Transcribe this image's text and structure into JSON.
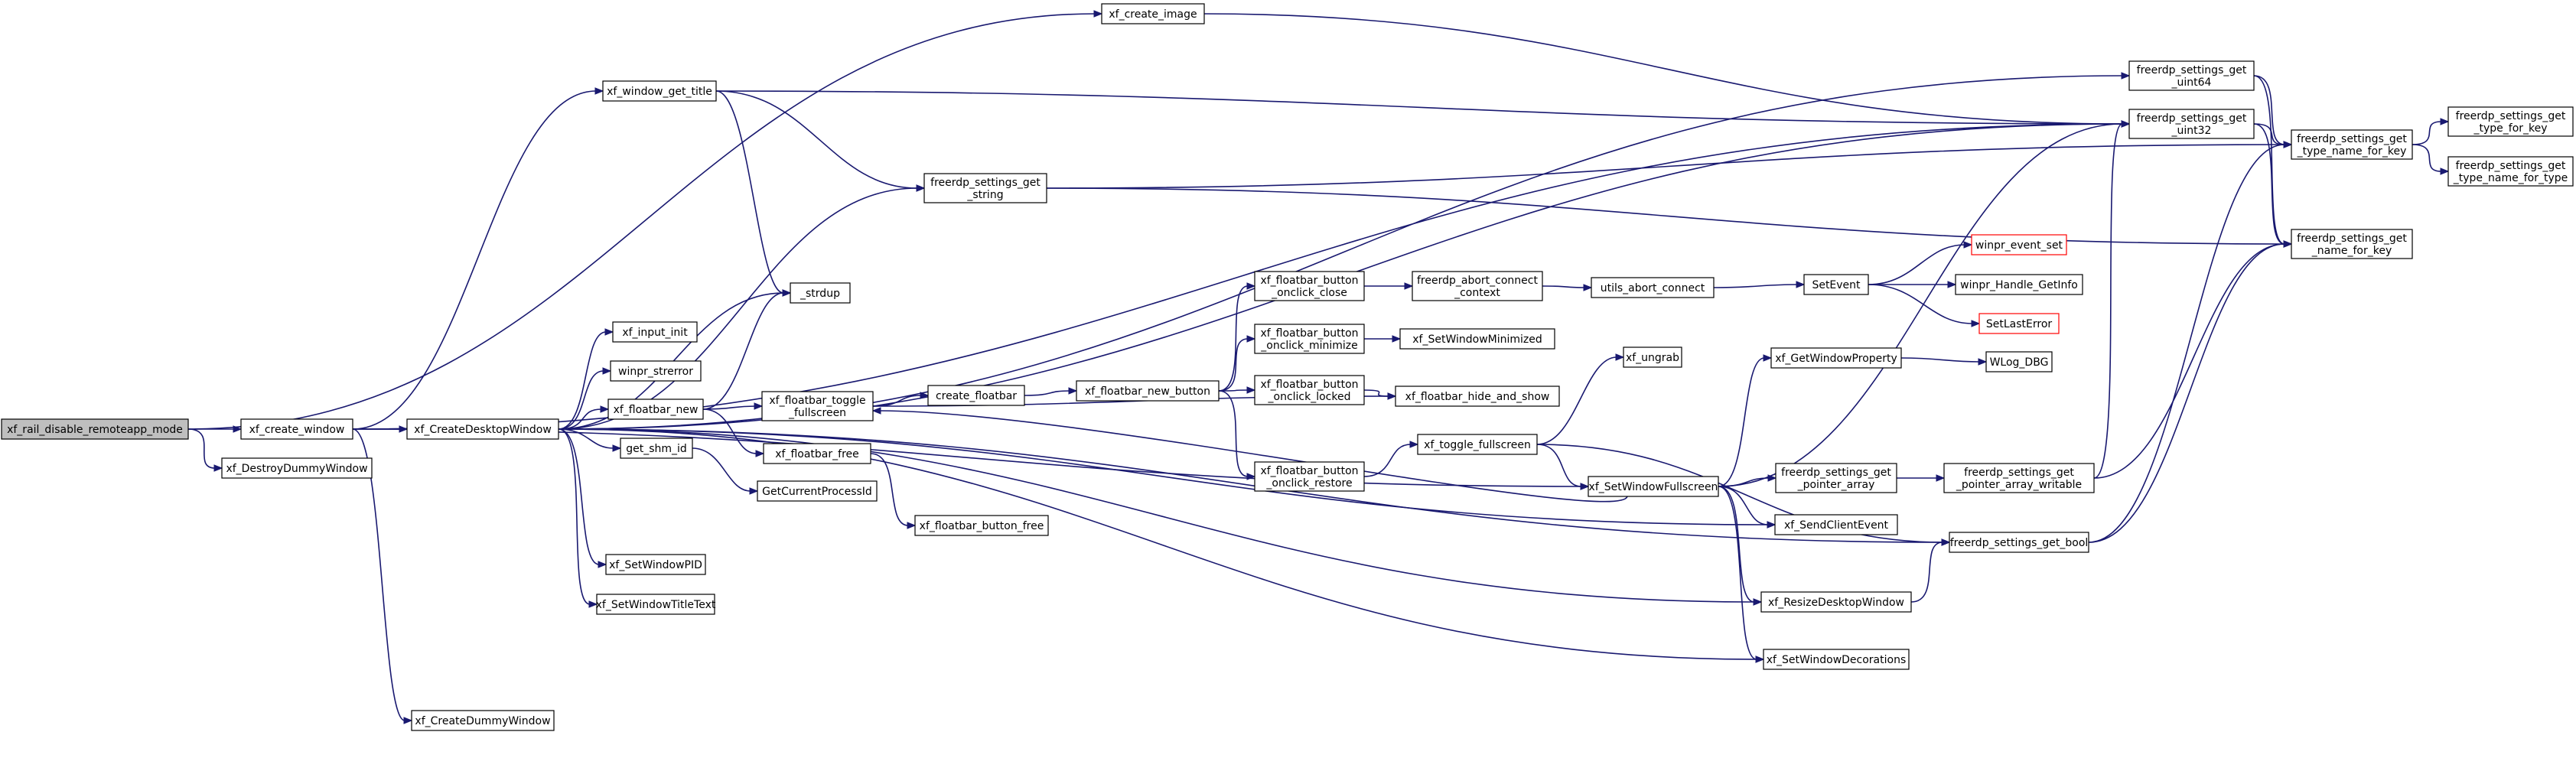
{
  "graph": {
    "title": "",
    "nodes": [
      {
        "id": "n_root",
        "lines": [
          "xf_rail_disable_remoteapp_mode"
        ],
        "root": true,
        "link": false
      },
      {
        "id": "n_xf_create_image",
        "lines": [
          "xf_create_image"
        ]
      },
      {
        "id": "n_xf_create_window",
        "lines": [
          "xf_create_window"
        ]
      },
      {
        "id": "n_xf_DestroyDummyWindow",
        "lines": [
          "xf_DestroyDummyWindow"
        ]
      },
      {
        "id": "n_xf_window_get_title",
        "lines": [
          "xf_window_get_title"
        ]
      },
      {
        "id": "n_xf_CreateDesktopWindow",
        "lines": [
          "xf_CreateDesktopWindow"
        ]
      },
      {
        "id": "n_xf_CreateDummyWindow",
        "lines": [
          "xf_CreateDummyWindow"
        ]
      },
      {
        "id": "n_fs_get_uint64",
        "lines": [
          "freerdp_settings_get",
          "_uint64"
        ]
      },
      {
        "id": "n_fs_get_uint32",
        "lines": [
          "freerdp_settings_get",
          "_uint32"
        ]
      },
      {
        "id": "n_fs_get_string",
        "lines": [
          "freerdp_settings_get",
          "_string"
        ]
      },
      {
        "id": "n_strdup",
        "lines": [
          "_strdup"
        ]
      },
      {
        "id": "n_xf_input_init",
        "lines": [
          "xf_input_init"
        ]
      },
      {
        "id": "n_winpr_strerror",
        "lines": [
          "winpr_strerror"
        ]
      },
      {
        "id": "n_xf_floatbar_new",
        "lines": [
          "xf_floatbar_new"
        ]
      },
      {
        "id": "n_get_shm_id",
        "lines": [
          "get_shm_id"
        ]
      },
      {
        "id": "n_xf_SetWindowPID",
        "lines": [
          "xf_SetWindowPID"
        ]
      },
      {
        "id": "n_xf_SetWindowTitleText",
        "lines": [
          "xf_SetWindowTitleText"
        ]
      },
      {
        "id": "n_fs_type_name_for_key",
        "lines": [
          "freerdp_settings_get",
          "_type_name_for_key"
        ]
      },
      {
        "id": "n_fs_name_for_key",
        "lines": [
          "freerdp_settings_get",
          "_name_for_key"
        ]
      },
      {
        "id": "n_fs_type_for_key",
        "lines": [
          "freerdp_settings_get",
          "_type_for_key"
        ]
      },
      {
        "id": "n_fs_type_name_for_type",
        "lines": [
          "freerdp_settings_get",
          "_type_name_for_type"
        ]
      },
      {
        "id": "n_xf_floatbar_toggle_fullscreen",
        "lines": [
          "xf_floatbar_toggle",
          "_fullscreen"
        ]
      },
      {
        "id": "n_xf_floatbar_free",
        "lines": [
          "xf_floatbar_free"
        ]
      },
      {
        "id": "n_GetCurrentProcessId",
        "lines": [
          "GetCurrentProcessId"
        ]
      },
      {
        "id": "n_create_floatbar",
        "lines": [
          "create_floatbar"
        ]
      },
      {
        "id": "n_xf_floatbar_new_button",
        "lines": [
          "xf_floatbar_new_button"
        ]
      },
      {
        "id": "n_xf_floatbar_button_free",
        "lines": [
          "xf_floatbar_button_free"
        ]
      },
      {
        "id": "n_btn_onclick_close",
        "lines": [
          "xf_floatbar_button",
          "_onclick_close"
        ]
      },
      {
        "id": "n_btn_onclick_minimize",
        "lines": [
          "xf_floatbar_button",
          "_onclick_minimize"
        ]
      },
      {
        "id": "n_btn_onclick_locked",
        "lines": [
          "xf_floatbar_button",
          "_onclick_locked"
        ]
      },
      {
        "id": "n_btn_onclick_restore",
        "lines": [
          "xf_floatbar_button",
          "_onclick_restore"
        ]
      },
      {
        "id": "n_freerdp_abort_connect_context",
        "lines": [
          "freerdp_abort_connect",
          "_context"
        ]
      },
      {
        "id": "n_xf_SetWindowMinimized",
        "lines": [
          "xf_SetWindowMinimized"
        ]
      },
      {
        "id": "n_xf_floatbar_hide_and_show",
        "lines": [
          "xf_floatbar_hide_and_show"
        ]
      },
      {
        "id": "n_xf_toggle_fullscreen",
        "lines": [
          "xf_toggle_fullscreen"
        ]
      },
      {
        "id": "n_utils_abort_connect",
        "lines": [
          "utils_abort_connect"
        ]
      },
      {
        "id": "n_xf_ungrab",
        "lines": [
          "xf_ungrab"
        ]
      },
      {
        "id": "n_xf_SetWindowFullscreen",
        "lines": [
          "xf_SetWindowFullscreen"
        ]
      },
      {
        "id": "n_SetEvent",
        "lines": [
          "SetEvent"
        ]
      },
      {
        "id": "n_xf_GetWindowProperty",
        "lines": [
          "xf_GetWindowProperty"
        ]
      },
      {
        "id": "n_fs_get_pointer_array",
        "lines": [
          "freerdp_settings_get",
          "_pointer_array"
        ]
      },
      {
        "id": "n_xf_SendClientEvent",
        "lines": [
          "xf_SendClientEvent"
        ]
      },
      {
        "id": "n_xf_ResizeDesktopWindow",
        "lines": [
          "xf_ResizeDesktopWindow"
        ]
      },
      {
        "id": "n_xf_SetWindowDecorations",
        "lines": [
          "xf_SetWindowDecorations"
        ]
      },
      {
        "id": "n_winpr_event_set",
        "lines": [
          "winpr_event_set"
        ],
        "red": true
      },
      {
        "id": "n_winpr_Handle_GetInfo",
        "lines": [
          "winpr_Handle_GetInfo"
        ]
      },
      {
        "id": "n_SetLastError",
        "lines": [
          "SetLastError"
        ],
        "red": true
      },
      {
        "id": "n_WLog_DBG",
        "lines": [
          "WLog_DBG"
        ]
      },
      {
        "id": "n_fs_get_pointer_array_writable",
        "lines": [
          "freerdp_settings_get",
          "_pointer_array_writable"
        ]
      },
      {
        "id": "n_fs_get_bool",
        "lines": [
          "freerdp_settings_get_bool"
        ]
      }
    ],
    "edges": [
      [
        "n_root",
        "n_xf_create_image"
      ],
      [
        "n_root",
        "n_xf_create_window"
      ],
      [
        "n_root",
        "n_xf_DestroyDummyWindow"
      ],
      [
        "n_xf_create_image",
        "n_fs_get_uint32"
      ],
      [
        "n_xf_create_window",
        "n_xf_window_get_title"
      ],
      [
        "n_xf_create_window",
        "n_xf_CreateDesktopWindow"
      ],
      [
        "n_xf_create_window",
        "n_xf_CreateDummyWindow"
      ],
      [
        "n_xf_create_window",
        "n_fs_get_uint32"
      ],
      [
        "n_xf_create_window",
        "n_xf_SetWindowFullscreen"
      ],
      [
        "n_xf_window_get_title",
        "n_fs_get_uint32"
      ],
      [
        "n_xf_window_get_title",
        "n_fs_get_string"
      ],
      [
        "n_xf_window_get_title",
        "n_strdup"
      ],
      [
        "n_xf_CreateDesktopWindow",
        "n_fs_get_uint64"
      ],
      [
        "n_xf_CreateDesktopWindow",
        "n_fs_get_uint32"
      ],
      [
        "n_xf_CreateDesktopWindow",
        "n_fs_get_string"
      ],
      [
        "n_xf_CreateDesktopWindow",
        "n_strdup"
      ],
      [
        "n_xf_CreateDesktopWindow",
        "n_xf_input_init"
      ],
      [
        "n_xf_CreateDesktopWindow",
        "n_winpr_strerror"
      ],
      [
        "n_xf_CreateDesktopWindow",
        "n_xf_floatbar_new"
      ],
      [
        "n_xf_CreateDesktopWindow",
        "n_get_shm_id"
      ],
      [
        "n_xf_CreateDesktopWindow",
        "n_xf_SetWindowPID"
      ],
      [
        "n_xf_CreateDesktopWindow",
        "n_xf_SetWindowTitleText"
      ],
      [
        "n_xf_CreateDesktopWindow",
        "n_fs_get_bool"
      ],
      [
        "n_xf_CreateDesktopWindow",
        "n_xf_SendClientEvent"
      ],
      [
        "n_xf_CreateDesktopWindow",
        "n_xf_ResizeDesktopWindow"
      ],
      [
        "n_xf_CreateDesktopWindow",
        "n_xf_SetWindowDecorations"
      ],
      [
        "n_fs_get_uint64",
        "n_fs_type_name_for_key"
      ],
      [
        "n_fs_get_uint64",
        "n_fs_name_for_key"
      ],
      [
        "n_fs_get_uint32",
        "n_fs_type_name_for_key"
      ],
      [
        "n_fs_get_uint32",
        "n_fs_name_for_key"
      ],
      [
        "n_fs_get_string",
        "n_fs_type_name_for_key"
      ],
      [
        "n_fs_get_string",
        "n_fs_name_for_key"
      ],
      [
        "n_fs_type_name_for_key",
        "n_fs_type_for_key"
      ],
      [
        "n_fs_type_name_for_key",
        "n_fs_type_name_for_type"
      ],
      [
        "n_xf_floatbar_new",
        "n_strdup"
      ],
      [
        "n_xf_floatbar_new",
        "n_xf_floatbar_toggle_fullscreen"
      ],
      [
        "n_xf_floatbar_new",
        "n_xf_floatbar_free"
      ],
      [
        "n_get_shm_id",
        "n_GetCurrentProcessId"
      ],
      [
        "n_xf_floatbar_toggle_fullscreen",
        "n_create_floatbar"
      ],
      [
        "n_xf_floatbar_toggle_fullscreen",
        "n_xf_floatbar_hide_and_show"
      ],
      [
        "n_xf_floatbar_free",
        "n_xf_floatbar_button_free"
      ],
      [
        "n_create_floatbar",
        "n_xf_floatbar_new_button"
      ],
      [
        "n_xf_floatbar_new_button",
        "n_btn_onclick_close"
      ],
      [
        "n_xf_floatbar_new_button",
        "n_btn_onclick_minimize"
      ],
      [
        "n_xf_floatbar_new_button",
        "n_btn_onclick_locked"
      ],
      [
        "n_xf_floatbar_new_button",
        "n_btn_onclick_restore"
      ],
      [
        "n_btn_onclick_close",
        "n_freerdp_abort_connect_context"
      ],
      [
        "n_btn_onclick_minimize",
        "n_xf_SetWindowMinimized"
      ],
      [
        "n_btn_onclick_locked",
        "n_xf_floatbar_hide_and_show"
      ],
      [
        "n_btn_onclick_restore",
        "n_xf_toggle_fullscreen"
      ],
      [
        "n_freerdp_abort_connect_context",
        "n_utils_abort_connect"
      ],
      [
        "n_utils_abort_connect",
        "n_SetEvent"
      ],
      [
        "n_SetEvent",
        "n_winpr_event_set"
      ],
      [
        "n_SetEvent",
        "n_winpr_Handle_GetInfo"
      ],
      [
        "n_SetEvent",
        "n_SetLastError"
      ],
      [
        "n_xf_toggle_fullscreen",
        "n_xf_ungrab"
      ],
      [
        "n_xf_toggle_fullscreen",
        "n_xf_SetWindowFullscreen"
      ],
      [
        "n_xf_toggle_fullscreen",
        "n_fs_get_bool"
      ],
      [
        "n_xf_SetWindowFullscreen",
        "n_xf_floatbar_toggle_fullscreen"
      ],
      [
        "n_xf_SetWindowFullscreen",
        "n_xf_GetWindowProperty"
      ],
      [
        "n_xf_SetWindowFullscreen",
        "n_fs_get_pointer_array"
      ],
      [
        "n_xf_SetWindowFullscreen",
        "n_xf_SendClientEvent"
      ],
      [
        "n_xf_SetWindowFullscreen",
        "n_xf_ResizeDesktopWindow"
      ],
      [
        "n_xf_SetWindowFullscreen",
        "n_xf_SetWindowDecorations"
      ],
      [
        "n_xf_SetWindowFullscreen",
        "n_fs_get_uint32"
      ],
      [
        "n_xf_GetWindowProperty",
        "n_WLog_DBG"
      ],
      [
        "n_fs_get_pointer_array",
        "n_fs_get_pointer_array_writable"
      ],
      [
        "n_fs_get_pointer_array_writable",
        "n_fs_get_uint32"
      ],
      [
        "n_fs_get_pointer_array_writable",
        "n_fs_name_for_key"
      ],
      [
        "n_xf_ResizeDesktopWindow",
        "n_fs_get_bool"
      ],
      [
        "n_fs_get_bool",
        "n_fs_type_name_for_key"
      ],
      [
        "n_fs_get_bool",
        "n_fs_name_for_key"
      ]
    ]
  }
}
